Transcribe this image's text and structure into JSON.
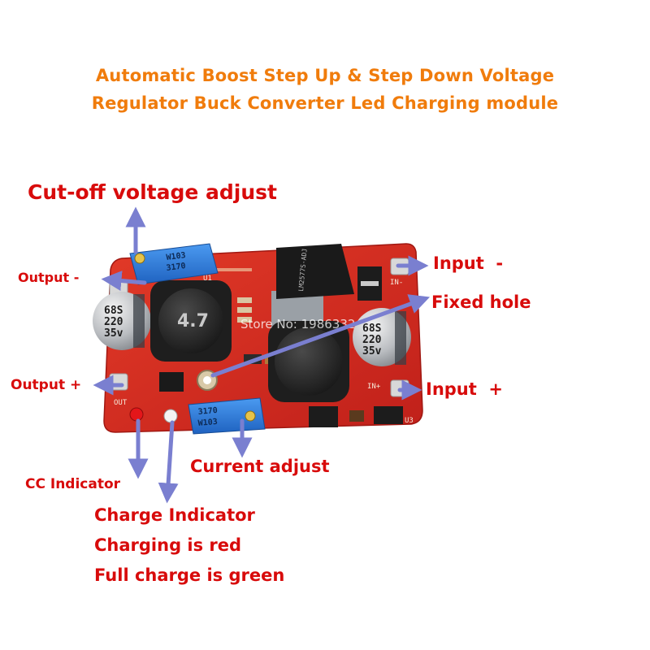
{
  "title": {
    "line1": "Automatic Boost Step Up & Step Down Voltage",
    "line2": "Regulator Buck Converter Led Charging module"
  },
  "labels": {
    "cutoff_voltage_adjust": "Cut-off voltage adjust",
    "output_minus": "Output -",
    "output_plus": "Output +",
    "input_minus": "Input  -",
    "fixed_hole": "Fixed hole",
    "input_plus": "Input  +",
    "current_adjust": "Current adjust",
    "cc_indicator": "CC Indicator",
    "charge_indicator": "Charge Indicator",
    "charging_is_red": "Charging is red",
    "full_charge_is_green": "Full charge is green"
  },
  "board_text": {
    "pot_top_code": "W103",
    "pot_top_sub": "3170",
    "pot_bottom_code": "3170",
    "pot_bottom_sub": "W103",
    "inductor_left": "4.7",
    "ic_marking": "LM2577S-ADJ",
    "cap_left_code": "68S",
    "cap_left_uf": "220",
    "cap_left_v": "35v",
    "cap_right_code": "68S",
    "cap_right_uf": "220",
    "cap_right_v": "35v",
    "silk_u1": "U1",
    "silk_in_minus": "IN-",
    "silk_in_plus": "IN+",
    "silk_u3": "U3",
    "silk_out": "OUT",
    "watermark": "Store No: 1986332"
  },
  "colors": {
    "title": "#f07c0c",
    "label": "#d80b0b",
    "arrow": "#7a7fd0",
    "pcb": "#d52b1e",
    "pot": "#2f7fd8"
  }
}
